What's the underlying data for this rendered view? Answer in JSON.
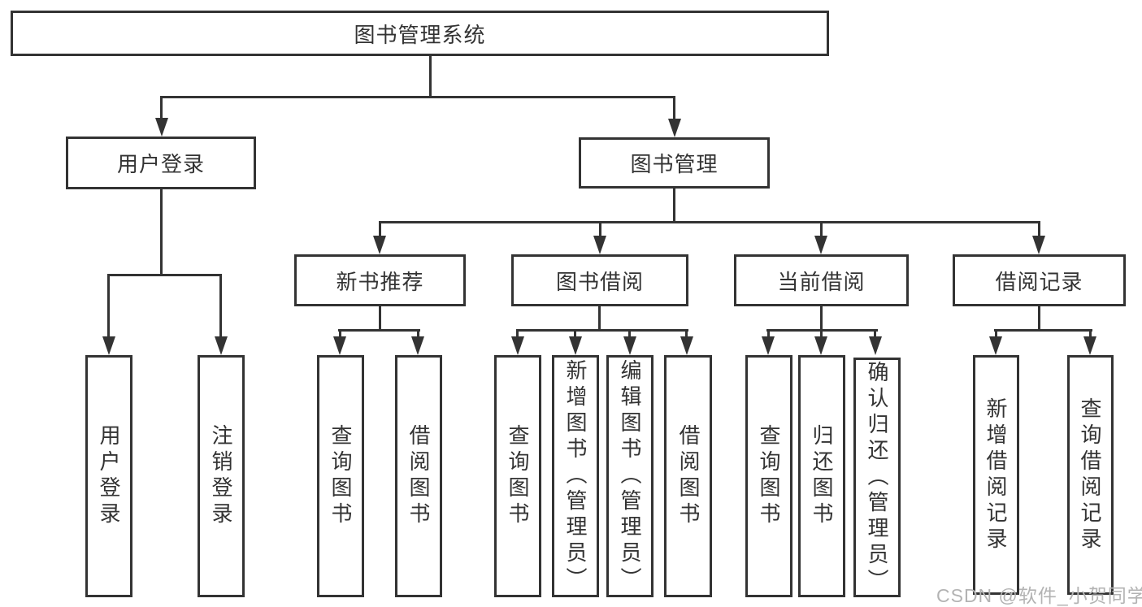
{
  "tree": {
    "label": "图书管理系统",
    "children": [
      {
        "label": "用户登录",
        "children": [
          {
            "label": "用户登录"
          },
          {
            "label": "注销登录"
          }
        ]
      },
      {
        "label": "图书管理",
        "children": [
          {
            "label": "新书推荐",
            "children": [
              {
                "label": "查询图书"
              },
              {
                "label": "借阅图书"
              }
            ]
          },
          {
            "label": "图书借阅",
            "children": [
              {
                "label": "查询图书"
              },
              {
                "label": "新增图书（管理员）"
              },
              {
                "label": "编辑图书（管理员）"
              },
              {
                "label": "借阅图书"
              }
            ]
          },
          {
            "label": "当前借阅",
            "children": [
              {
                "label": "查询图书"
              },
              {
                "label": "归还图书"
              },
              {
                "label": "确认归还（管理员）"
              }
            ]
          },
          {
            "label": "借阅记录",
            "children": [
              {
                "label": "新增借阅记录"
              },
              {
                "label": "查询借阅记录"
              }
            ]
          }
        ]
      }
    ]
  },
  "watermark": {
    "text": "CSDN @软件_小贺同学"
  },
  "colors": {
    "line": "#333333",
    "box_border": "#333333",
    "text": "#333333",
    "background": "#ffffff",
    "watermark_text": "#b3b3b3"
  }
}
